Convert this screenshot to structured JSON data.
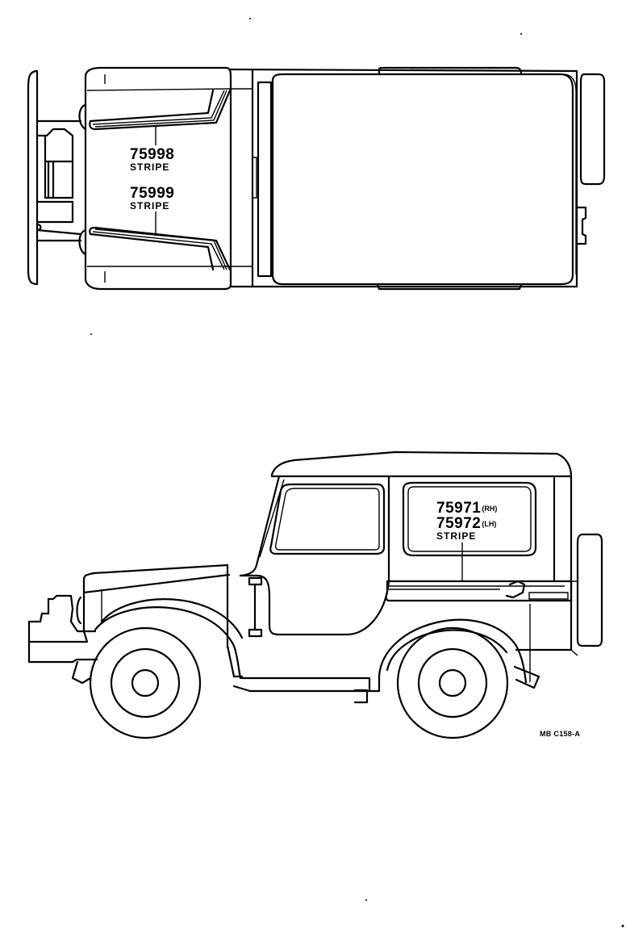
{
  "diagram": {
    "views": [
      {
        "name": "top-view",
        "callouts": [
          {
            "part_number": "75998",
            "description": "STRIPE"
          },
          {
            "part_number": "75999",
            "description": "STRIPE"
          }
        ]
      },
      {
        "name": "side-view",
        "callouts": [
          {
            "part_number": "75971",
            "side": "(RH)",
            "description": ""
          },
          {
            "part_number": "75972",
            "side": "(LH)",
            "description": "STRIPE"
          }
        ]
      }
    ],
    "figure_code": "MB C158-A",
    "line_color": "#000000",
    "background_color": "#ffffff"
  }
}
